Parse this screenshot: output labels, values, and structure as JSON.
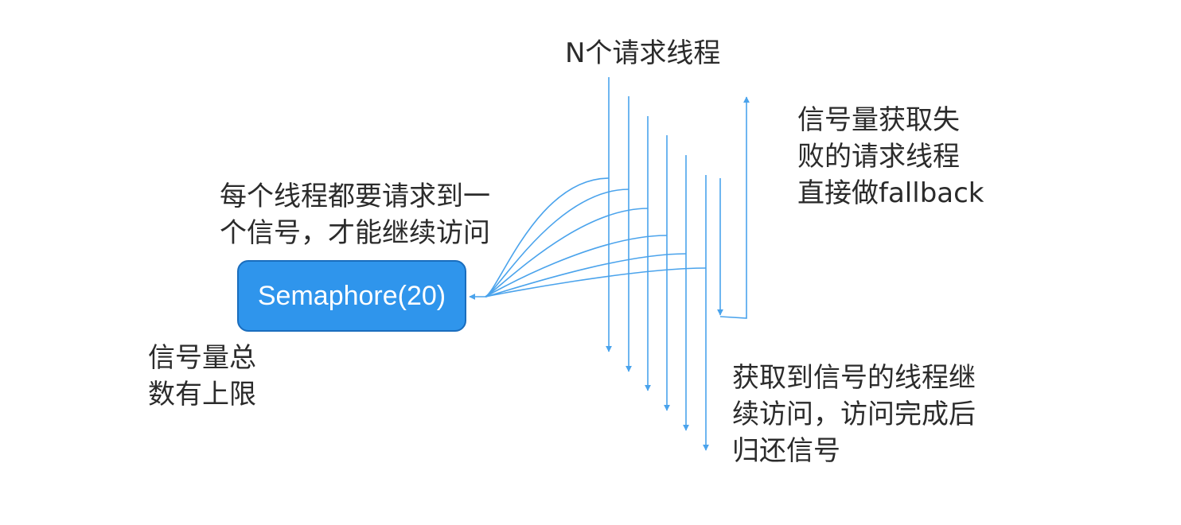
{
  "title": "N个请求线程",
  "semaphore": {
    "label": "Semaphore(20)",
    "color": "#2f95ec"
  },
  "notes": {
    "each_thread": [
      "每个线程都要请求到一",
      "个信号，才能继续访问"
    ],
    "limit": [
      "信号量总",
      "数有上限"
    ],
    "fail": [
      "信号量获取失",
      "败的请求线程",
      "直接做fallback"
    ],
    "success": [
      "获取到信号的线程继",
      "续访问，访问完成后",
      "归还信号"
    ]
  },
  "arrow_color": "#4aa3ec"
}
